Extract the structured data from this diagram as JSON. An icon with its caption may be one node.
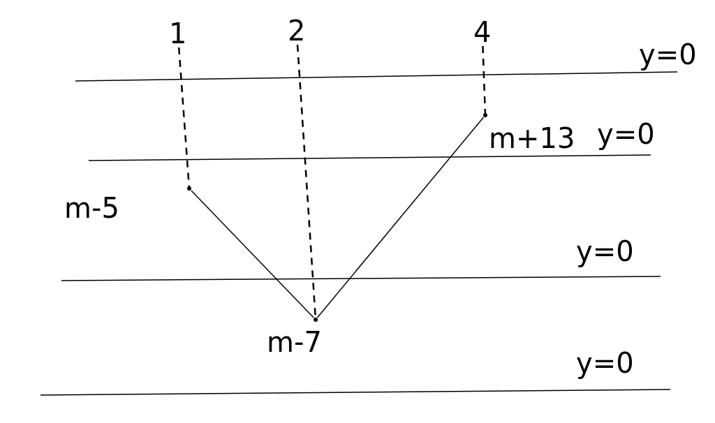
{
  "diagram": {
    "nodes": [
      {
        "text": [
          "1"
        ]
      },
      {
        "text": [
          "2"
        ]
      },
      {
        "text": [
          "4"
        ]
      },
      {
        "text": [],
        "shape": "point",
        "beside": [
          "m-5"
        ]
      },
      {
        "text": [],
        "shape": "point",
        "beside": [
          "m-7"
        ]
      },
      {
        "text": [],
        "shape": "point",
        "beside": [
          "m+13"
        ]
      }
    ],
    "edges": [
      {
        "from": 0,
        "to": 3,
        "arrow": "none",
        "style": "dashed"
      },
      {
        "from": 1,
        "to": 4,
        "arrow": "none",
        "style": "dashed"
      },
      {
        "from": 2,
        "to": 5,
        "arrow": "none",
        "style": "dashed"
      },
      {
        "from": 3,
        "to": 4,
        "arrow": "none"
      },
      {
        "from": 4,
        "to": 5,
        "arrow": "none"
      }
    ],
    "labels": [
      "y=0",
      "y=0",
      "y=0",
      "y=0"
    ]
  }
}
